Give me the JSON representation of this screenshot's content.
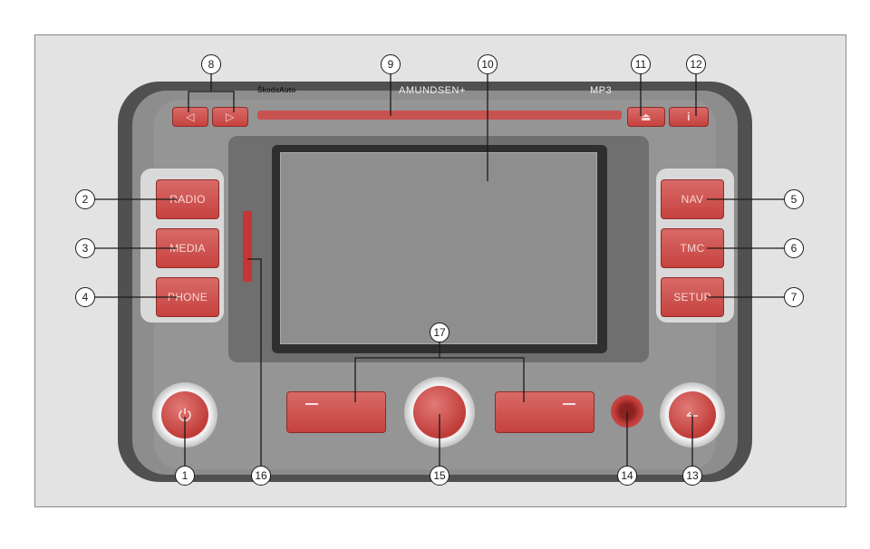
{
  "brand": "ŠkodaAuto",
  "model": "AMUNDSEN+",
  "format_label": "MP3",
  "buttons": {
    "radio": "RADIO",
    "media": "MEDIA",
    "phone": "PHONE",
    "nav": "NAV",
    "tmc": "TMC",
    "setup": "SETUP"
  },
  "icons": {
    "prev": "◁",
    "next": "▷",
    "eject": "⏏",
    "info": "i",
    "power": "power-icon",
    "back": "back-arrow-icon"
  },
  "callouts": [
    "1",
    "2",
    "3",
    "4",
    "5",
    "6",
    "7",
    "8",
    "9",
    "10",
    "11",
    "12",
    "13",
    "14",
    "15",
    "16",
    "17"
  ],
  "colors": {
    "button_red": "#c94a47",
    "body": "#505050",
    "screen": "#8e8e8e"
  }
}
